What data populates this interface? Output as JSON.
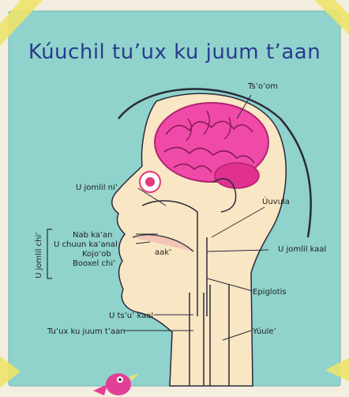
{
  "title": "Kúuchil tu’ux ku juum t’aan",
  "labels": {
    "brain": "Ts’o’om",
    "nasal_cavity": "U jomlil ni’",
    "uvula": "Úuvula",
    "oral_cavity_group": "U jomlil chi’",
    "nab_kaan": "Nab ka’an",
    "u_chuun": "U chuun ka’anal",
    "kojob": "Kojo’ob",
    "booxel": "Booxel chi’",
    "aak": "aak’",
    "pharynx": "U jomlil kaal",
    "epiglottis": "Epiglotis",
    "larynx": "U ts’u’ kaal",
    "trachea": "Tu’ux ku juum t’aan",
    "esophagus": "Yúule’"
  },
  "colors": {
    "panel": "#8fd3cc",
    "title": "#2b3b8c",
    "skin": "#f8e6c4",
    "brain": "#f04aa8",
    "tape": "#ede36a",
    "bird": "#e23f98"
  }
}
